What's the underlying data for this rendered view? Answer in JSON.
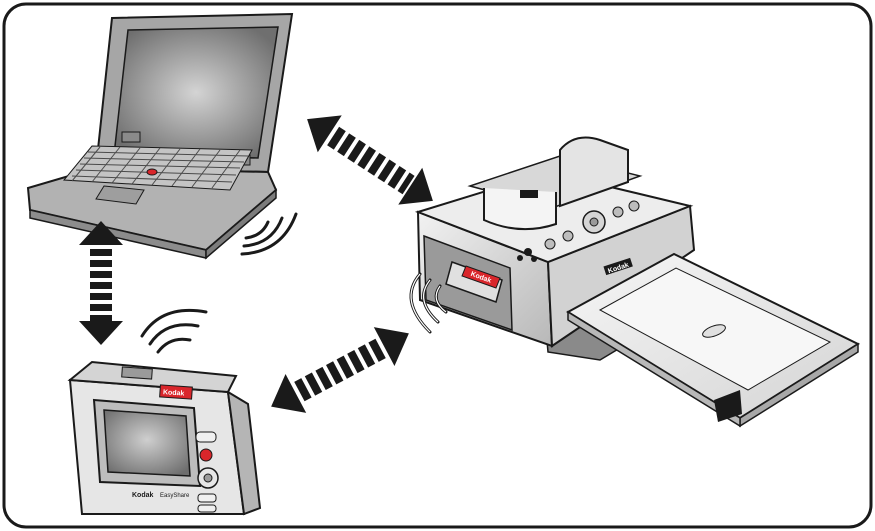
{
  "devices": {
    "laptop": {
      "name": "laptop-computer"
    },
    "printer": {
      "name": "kodak-printer-dock",
      "brand_label": "Kodak",
      "card_label": "Kodak"
    },
    "camera": {
      "name": "kodak-easyshare-camera",
      "brand_label": "Kodak",
      "model_label": "EasyShare",
      "top_label": "Kodak"
    }
  },
  "connections": [
    {
      "id": "laptop-printer",
      "type": "wireless-bidirectional"
    },
    {
      "id": "laptop-camera",
      "type": "wireless-bidirectional"
    },
    {
      "id": "camera-printer",
      "type": "wireless-bidirectional"
    }
  ],
  "colors": {
    "outline": "#1a1a1a",
    "device_gray": "#9a9a9a",
    "panel_light": "#e6e6e6",
    "accent_red": "#d9262b"
  }
}
